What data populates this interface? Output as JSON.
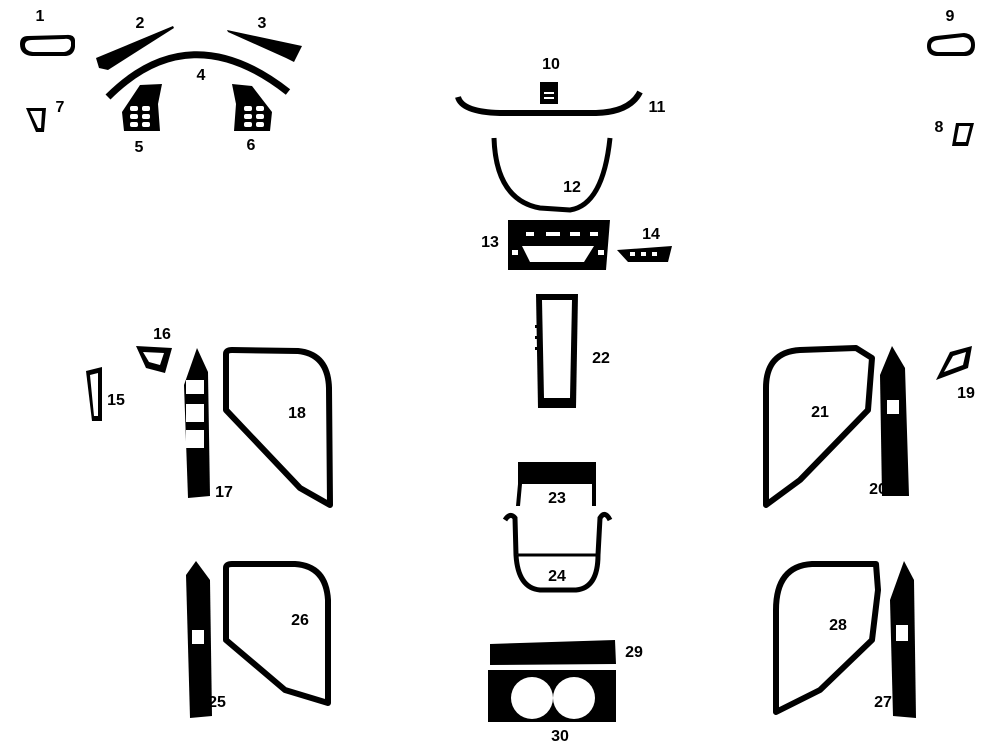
{
  "diagram": {
    "parts": [
      {
        "number": "1"
      },
      {
        "number": "2"
      },
      {
        "number": "3"
      },
      {
        "number": "4"
      },
      {
        "number": "5"
      },
      {
        "number": "6"
      },
      {
        "number": "7"
      },
      {
        "number": "8"
      },
      {
        "number": "9"
      },
      {
        "number": "10"
      },
      {
        "number": "11"
      },
      {
        "number": "12"
      },
      {
        "number": "13"
      },
      {
        "number": "14"
      },
      {
        "number": "15"
      },
      {
        "number": "16"
      },
      {
        "number": "17"
      },
      {
        "number": "18"
      },
      {
        "number": "19"
      },
      {
        "number": "20"
      },
      {
        "number": "21"
      },
      {
        "number": "22"
      },
      {
        "number": "23"
      },
      {
        "number": "24"
      },
      {
        "number": "25"
      },
      {
        "number": "26"
      },
      {
        "number": "27"
      },
      {
        "number": "28"
      },
      {
        "number": "29"
      },
      {
        "number": "30"
      }
    ],
    "colors": {
      "piece": "#000000",
      "background": "#ffffff"
    }
  }
}
